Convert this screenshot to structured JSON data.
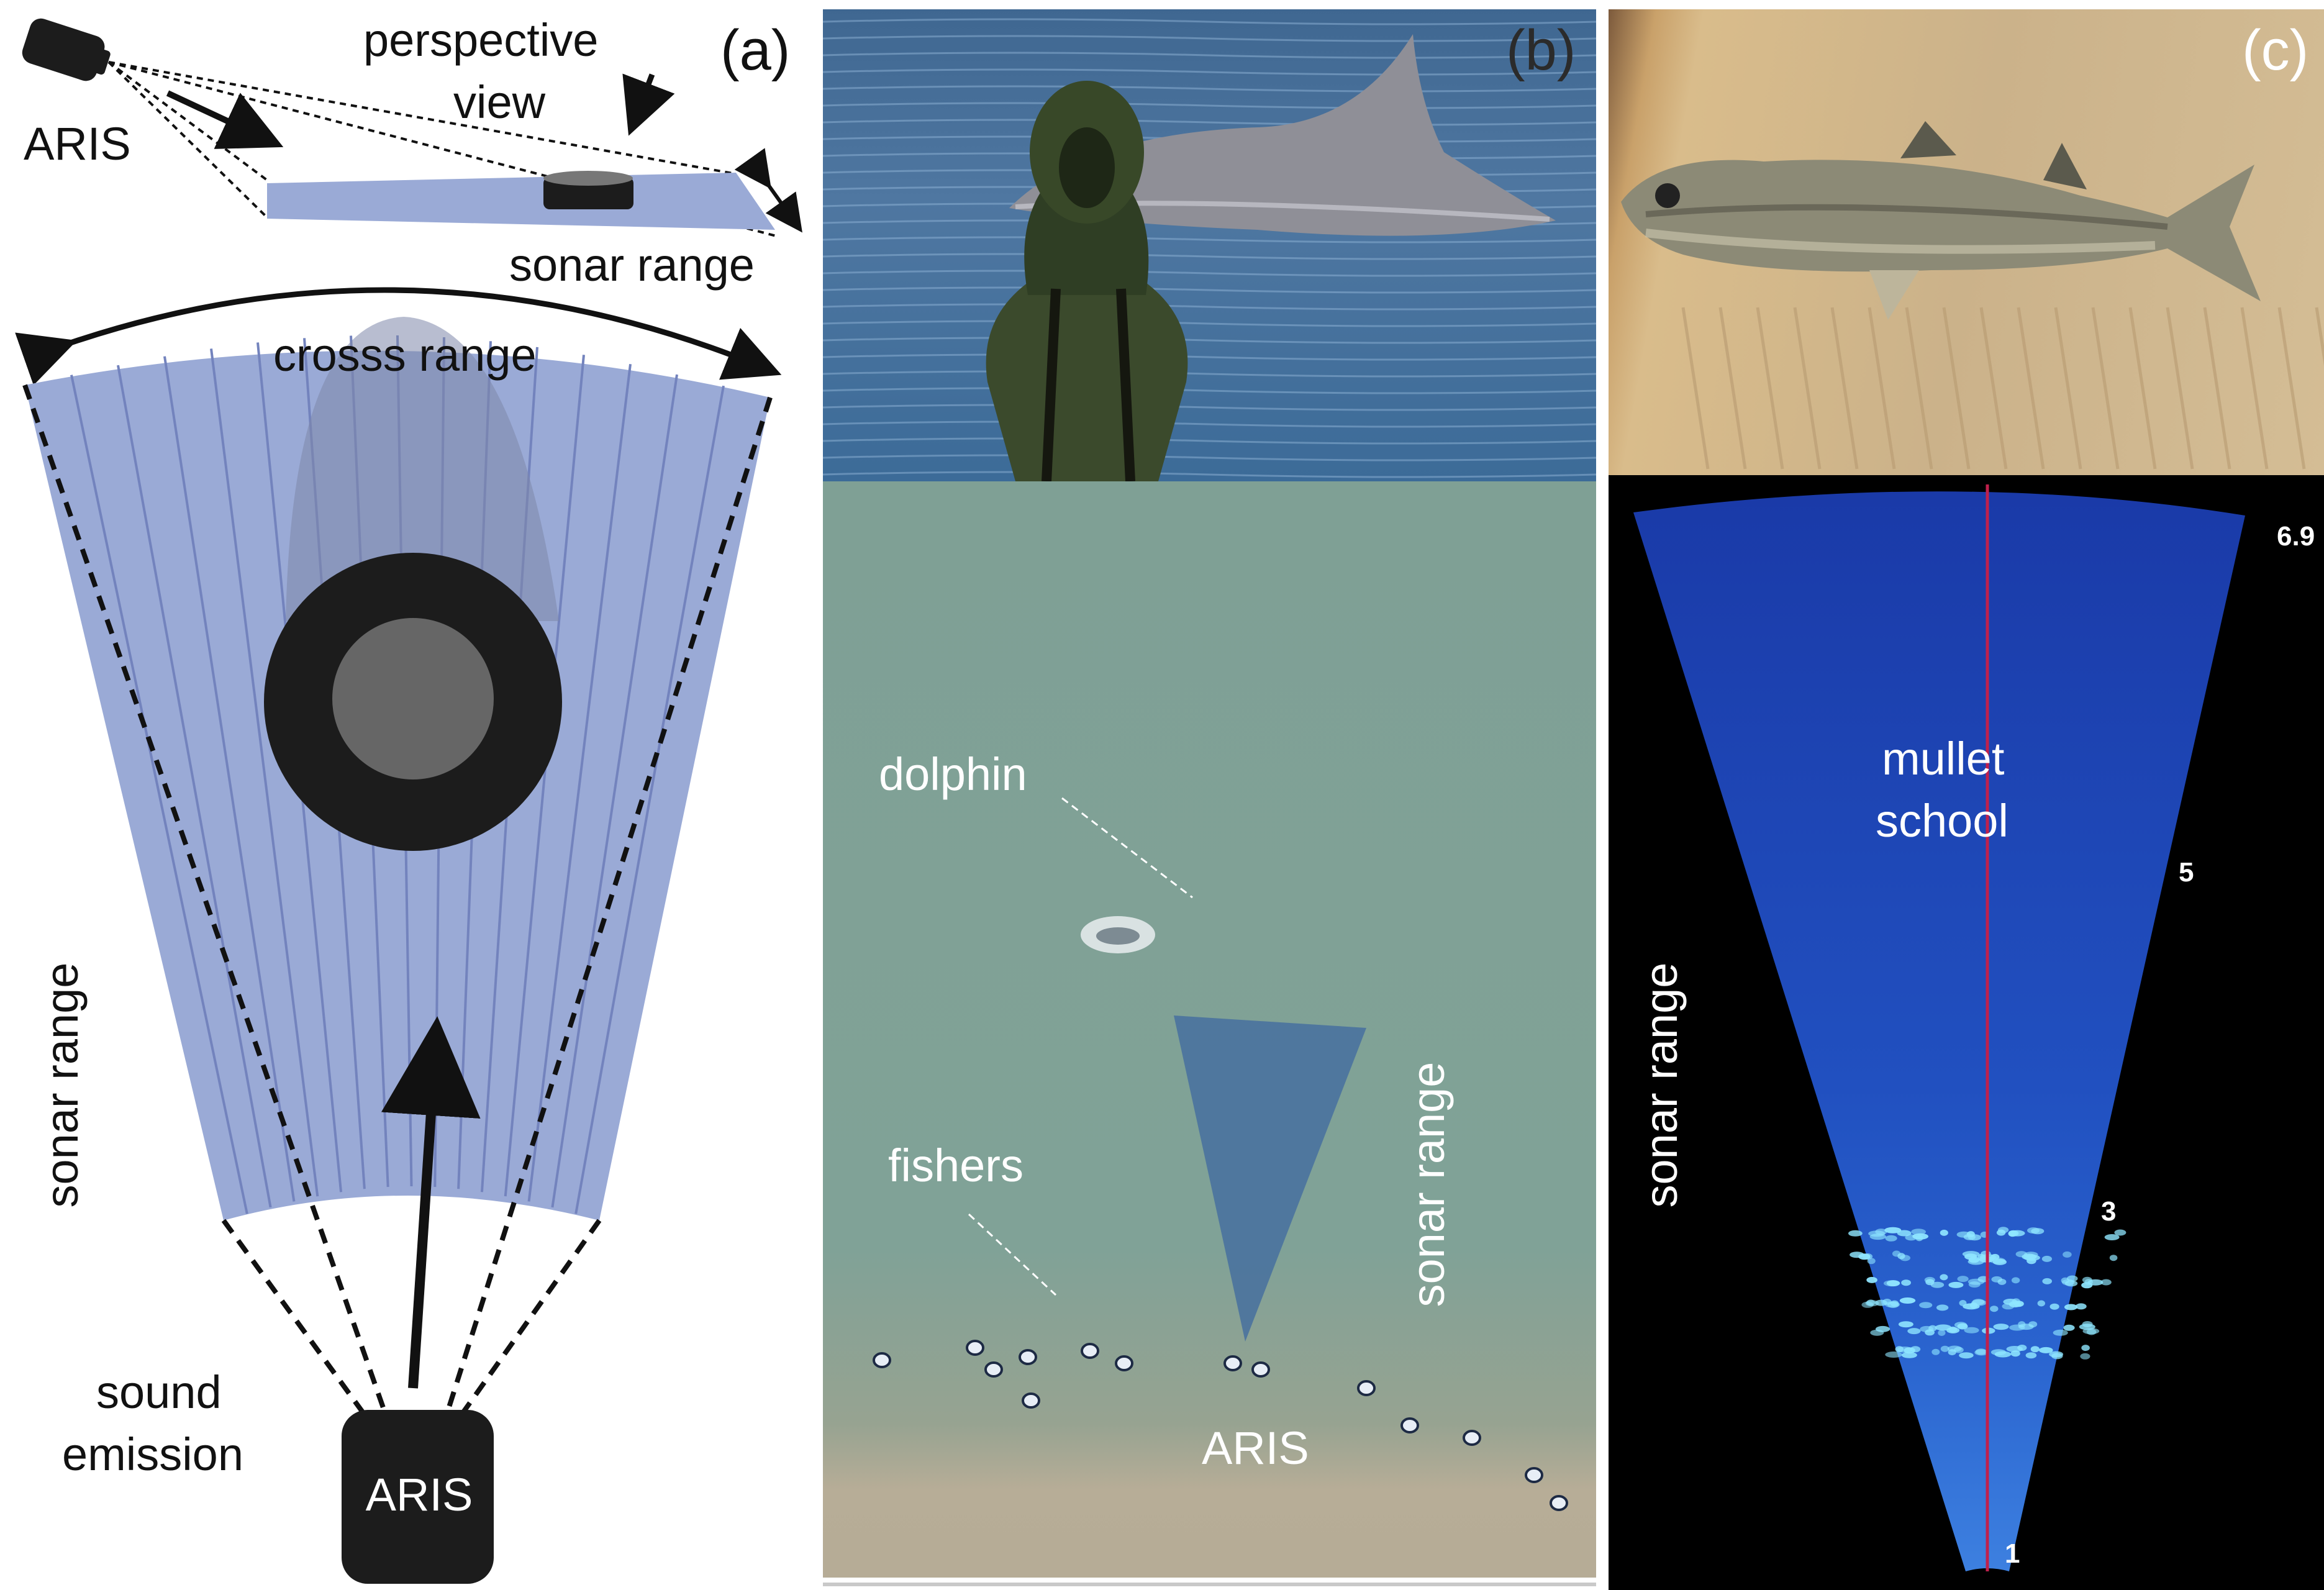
{
  "panel_a": {
    "tag": "(a)",
    "aris_top": "ARIS",
    "perspective_line1": "perspective",
    "perspective_line2": "view",
    "sonar_range_top": "sonar range",
    "cross_range": "crosss range",
    "sonar_range_side": "sonar range",
    "sound_line1": "sound",
    "sound_line2": "emission",
    "aris_box": "ARIS",
    "colors": {
      "beam": "#9aaad6",
      "beam_line": "#7383bd",
      "device": "#1c1c1c",
      "core": "#666666"
    }
  },
  "panel_b": {
    "tag": "(b)",
    "dolphin": "dolphin",
    "fishers": "fishers",
    "sonar_range": "sonar range",
    "aris": "ARIS",
    "colors": {
      "water": "#7fa095",
      "sand": "#b7ad97",
      "beam": "#46709f"
    }
  },
  "panel_c": {
    "tag": "(c)",
    "mullet_line1": "mullet",
    "mullet_line2": "school",
    "sonar_range": "sonar range",
    "ticks": [
      "6.9",
      "5",
      "3",
      "1"
    ],
    "colors": {
      "sonar": "#1f46b8",
      "centerline": "#c0204c",
      "background": "#000000"
    }
  }
}
